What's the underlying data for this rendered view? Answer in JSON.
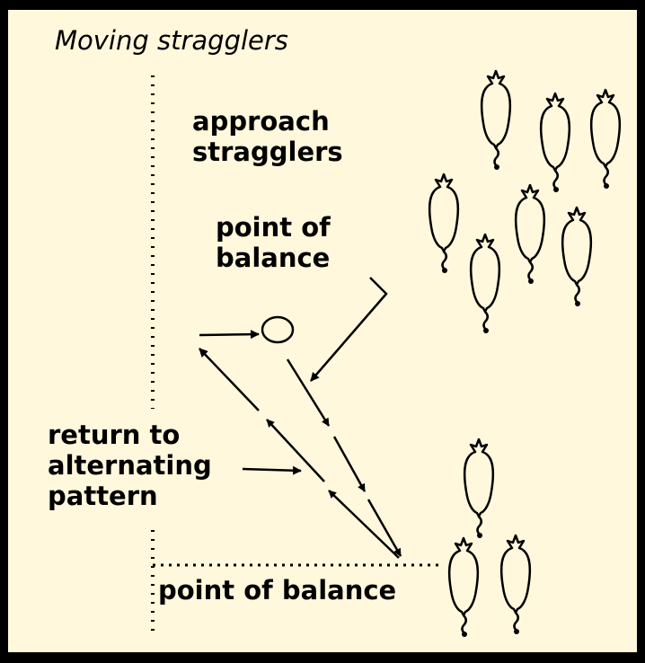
{
  "diagram": {
    "title": "Moving  stragglers",
    "labels": {
      "approach_line1": "approach",
      "approach_line2": "stragglers",
      "pob_upper_line1": "point of",
      "pob_upper_line2": "balance",
      "return_line1": "return to",
      "return_line2": "alternating",
      "return_line3": "pattern",
      "pob_lower": "point of balance"
    },
    "colors": {
      "background": "#fff8dc",
      "ink": "#000000",
      "frame": "#000000"
    }
  }
}
